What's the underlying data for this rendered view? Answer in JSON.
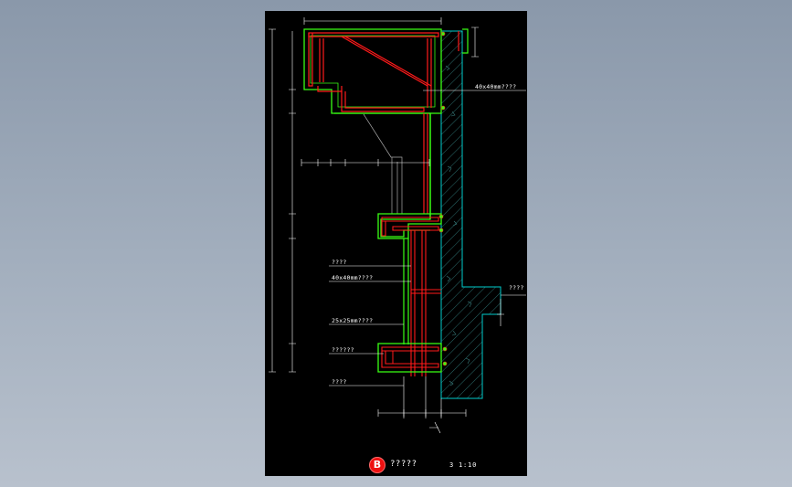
{
  "drawing": {
    "colors": {
      "background": "#000000",
      "frame": "#39ff14",
      "steel": "#ff1a1a",
      "wall_hatch": "#00cccc",
      "dimension": "#ffffff"
    },
    "labels": {
      "steel_tube_upper": "40x40mm????",
      "label_a": "????",
      "steel_tube_lower": "40x40mm????",
      "tube_small": "25x25mm????",
      "label_b": "??????",
      "label_c": "????",
      "slab_label": "????"
    },
    "title": {
      "marker": "B",
      "name": "?????",
      "scale": "3 1:10"
    }
  }
}
